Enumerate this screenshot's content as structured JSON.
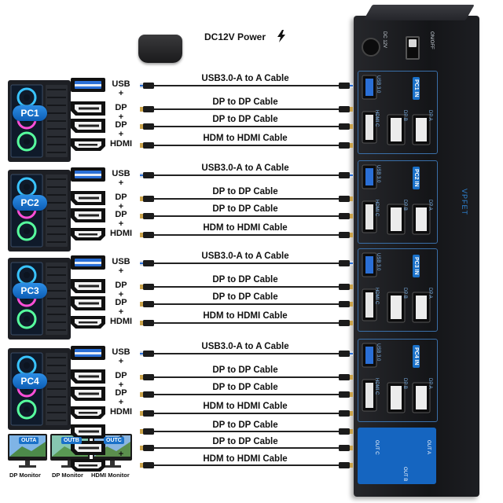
{
  "power": {
    "label": "DC12V Power",
    "switch_label": "ON/OFF",
    "dc_label": "DC 12V"
  },
  "pcs": [
    {
      "badge": "PC1",
      "port_labels": [
        "USB",
        "DP",
        "DP",
        "HDMI"
      ],
      "cables": [
        "USB3.0-A to A Cable",
        "DP to DP Cable",
        "DP to DP Cable",
        "HDM to HDMI Cable"
      ],
      "panel_tags": [
        "PC1 IN",
        "USB 3.0",
        "HDMI C",
        "DP B",
        "DP A"
      ]
    },
    {
      "badge": "PC2",
      "port_labels": [
        "USB",
        "DP",
        "DP",
        "HDMI"
      ],
      "cables": [
        "USB3.0-A to A Cable",
        "DP to DP Cable",
        "DP to DP Cable",
        "HDM to HDMI Cable"
      ],
      "panel_tags": [
        "PC2 IN",
        "USB 3.0",
        "HDMI C",
        "DP B",
        "DP A"
      ]
    },
    {
      "badge": "PC3",
      "port_labels": [
        "USB",
        "DP",
        "DP",
        "HDMI"
      ],
      "cables": [
        "USB3.0-A to A Cable",
        "DP to DP Cable",
        "DP to DP Cable",
        "HDM to HDMI Cable"
      ],
      "panel_tags": [
        "PC3 IN",
        "USB 3.0",
        "HDMI C",
        "DP B",
        "DP A"
      ]
    },
    {
      "badge": "PC4",
      "port_labels": [
        "USB",
        "DP",
        "DP",
        "HDMI"
      ],
      "cables": [
        "USB3.0-A to A Cable",
        "DP to DP Cable",
        "DP to DP Cable",
        "HDM to HDMI Cable"
      ],
      "panel_tags": [
        "PC4 IN",
        "USB 3.0",
        "HDMI C",
        "DP B",
        "DP A"
      ]
    }
  ],
  "plus_sign": "+",
  "monitors": [
    {
      "tag": "OUTA",
      "label": "DP Monitor"
    },
    {
      "tag": "OUTB",
      "label": "DP Monitor"
    },
    {
      "tag": "OUTC",
      "label": "HDMI Monitor"
    }
  ],
  "output_cables": [
    "DP to DP Cable",
    "DP to DP Cable",
    "HDM to HDMI Cable"
  ],
  "output_panel_tags": [
    "OUT C",
    "OUT B",
    "OUT A"
  ],
  "switch_brand": "VPFET",
  "colors": {
    "switch_body": "#1b1c1f",
    "accent_blue": "#1a71c9",
    "badge_blue": "#1d78d4",
    "cable": "#222222",
    "connector_gold": "#c9a24a",
    "usb_blue": "#2a6fd6"
  }
}
